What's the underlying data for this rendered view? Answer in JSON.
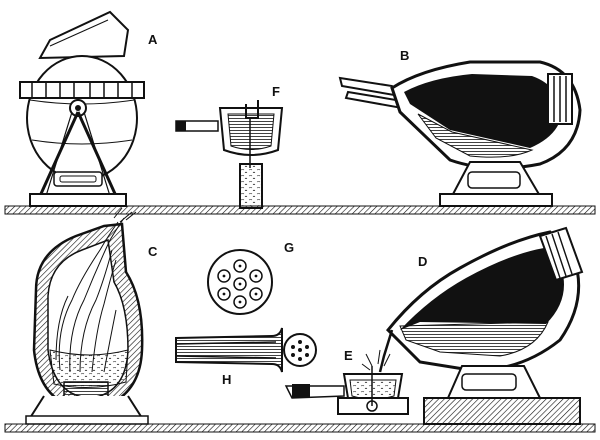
{
  "labels": {
    "A": "A",
    "B": "B",
    "C": "C",
    "D": "D",
    "E": "E",
    "F": "F",
    "G": "G",
    "H": "H"
  },
  "colors": {
    "ink": "#111111",
    "paper": "#ffffff"
  }
}
